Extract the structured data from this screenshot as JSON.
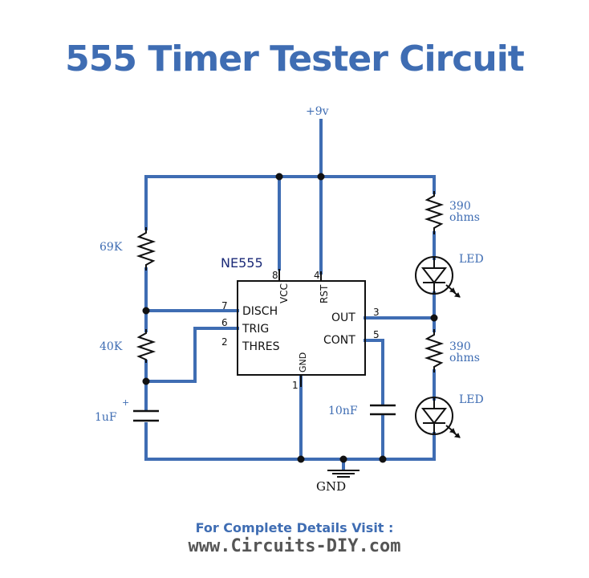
{
  "title": "555 Timer Tester Circuit",
  "ic": {
    "part": "NE555",
    "pins": {
      "p8": {
        "num": "8",
        "name": "VCC"
      },
      "p4": {
        "num": "4",
        "name": "RST"
      },
      "p7": {
        "num": "7",
        "name": "DISCH"
      },
      "p6": {
        "num": "6",
        "name": "TRIG"
      },
      "p2": {
        "num": "2",
        "name": "THRES"
      },
      "p3": {
        "num": "3",
        "name": "OUT"
      },
      "p5": {
        "num": "5",
        "name": "CONT"
      },
      "p1": {
        "num": "1",
        "name": "GND"
      }
    }
  },
  "components": {
    "supply": "+9v",
    "r1": "69K",
    "r2": "40K",
    "c1": "1uF",
    "c1_polarity": "+",
    "c2": "10nF",
    "r3_value": "390",
    "r3_unit": "ohms",
    "r4_value": "390",
    "r4_unit": "ohms",
    "led1": "LED",
    "led2": "LED",
    "ground": "GND"
  },
  "footer": {
    "line1": "For Complete Details Visit :",
    "line2": "www.Circuits-DIY.com"
  },
  "colors": {
    "wire": "#3f6db3",
    "title": "#3f6db3",
    "component": "#111111",
    "footer_url": "#555555"
  }
}
